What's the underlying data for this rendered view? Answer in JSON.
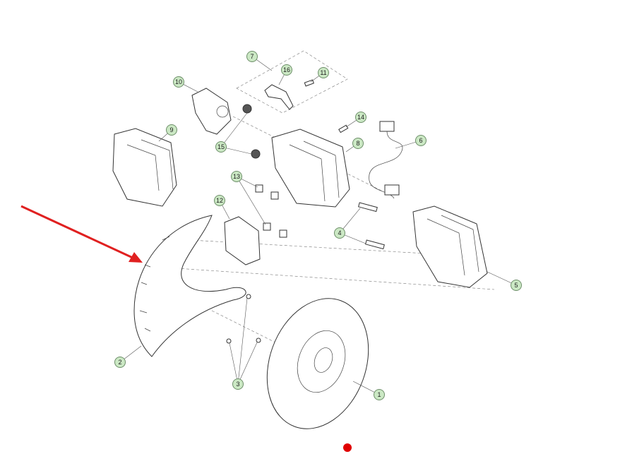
{
  "callouts": [
    {
      "label": "1",
      "part": "brake-disc"
    },
    {
      "label": "2",
      "part": "splash-shield"
    },
    {
      "label": "3",
      "part": "shield-bolts"
    },
    {
      "label": "4",
      "part": "caliper-bolts"
    },
    {
      "label": "5",
      "part": "caliper-right"
    },
    {
      "label": "6",
      "part": "wear-sensor-harness"
    },
    {
      "label": "7",
      "part": "bracket-kit"
    },
    {
      "label": "8",
      "part": "caliper-center"
    },
    {
      "label": "9",
      "part": "caliper-left"
    },
    {
      "label": "10",
      "part": "caliper-carrier"
    },
    {
      "label": "11",
      "part": "bracket-bolt"
    },
    {
      "label": "12",
      "part": "brake-pads"
    },
    {
      "label": "13",
      "part": "pad-clips"
    },
    {
      "label": "14",
      "part": "bleed-screw"
    },
    {
      "label": "15",
      "part": "guide-bushings"
    },
    {
      "label": "16",
      "part": "hose-bracket"
    }
  ],
  "colors": {
    "callout_fill": "#cbe8c4",
    "arrow": "#e02020",
    "dot": "#e00000"
  }
}
